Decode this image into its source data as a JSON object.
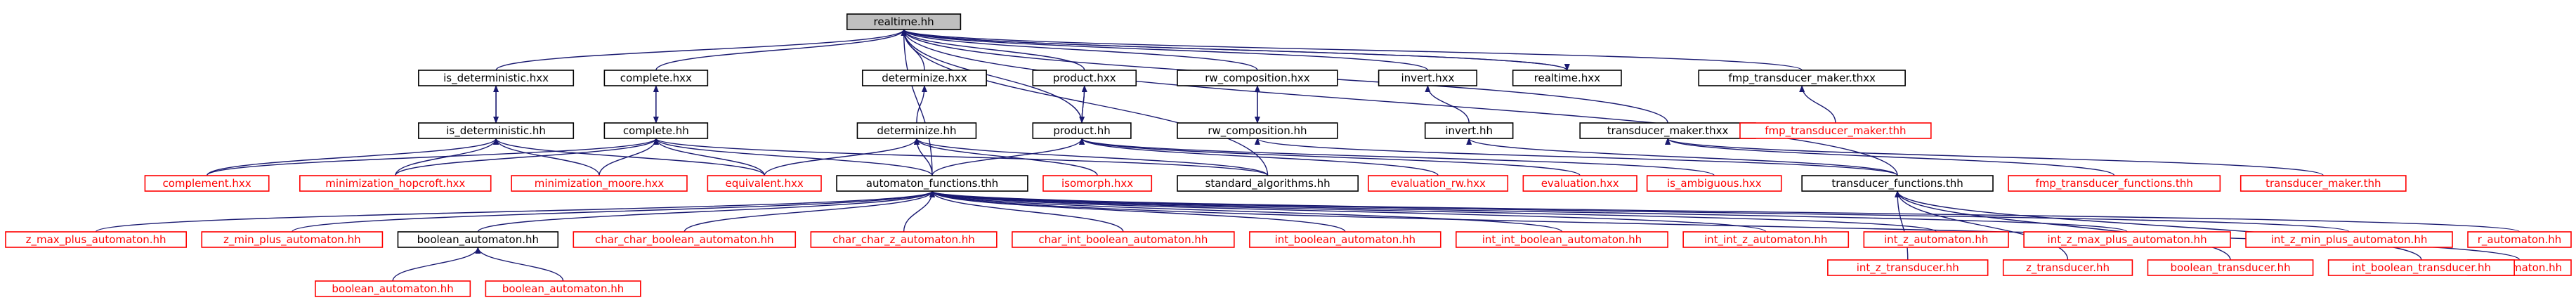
{
  "colors": {
    "edge": "#191970",
    "documented_border": "#000000",
    "undocumented_border": "#ff0000",
    "current_file_fill": "#bfbfbf"
  },
  "nodes": {
    "realtime_hh": {
      "label": "realtime.hh",
      "kind": "root"
    },
    "is_deterministic_hxx": {
      "label": "is_deterministic.hxx",
      "kind": "black"
    },
    "complete_hxx": {
      "label": "complete.hxx",
      "kind": "black"
    },
    "determinize_hxx": {
      "label": "determinize.hxx",
      "kind": "black"
    },
    "product_hxx": {
      "label": "product.hxx",
      "kind": "black"
    },
    "rw_composition_hxx": {
      "label": "rw_composition.hxx",
      "kind": "black"
    },
    "invert_hxx": {
      "label": "invert.hxx",
      "kind": "black"
    },
    "realtime_hxx": {
      "label": "realtime.hxx",
      "kind": "black"
    },
    "fmp_transducer_maker_thxx": {
      "label": "fmp_transducer_maker.thxx",
      "kind": "black"
    },
    "is_deterministic_hh": {
      "label": "is_deterministic.hh",
      "kind": "black"
    },
    "complete_hh": {
      "label": "complete.hh",
      "kind": "black"
    },
    "determinize_hh": {
      "label": "determinize.hh",
      "kind": "black"
    },
    "product_hh": {
      "label": "product.hh",
      "kind": "black"
    },
    "rw_composition_hh": {
      "label": "rw_composition.hh",
      "kind": "black"
    },
    "invert_hh": {
      "label": "invert.hh",
      "kind": "black"
    },
    "transducer_maker_thxx": {
      "label": "transducer_maker.thxx",
      "kind": "black"
    },
    "fmp_transducer_maker_thh": {
      "label": "fmp_transducer_maker.thh",
      "kind": "red"
    },
    "complement_hxx": {
      "label": "complement.hxx",
      "kind": "red"
    },
    "minimization_hopcroft_hxx": {
      "label": "minimization_hopcroft.hxx",
      "kind": "red"
    },
    "minimization_moore_hxx": {
      "label": "minimization_moore.hxx",
      "kind": "red"
    },
    "equivalent_hxx": {
      "label": "equivalent.hxx",
      "kind": "red"
    },
    "automaton_functions_thh": {
      "label": "automaton_functions.thh",
      "kind": "black"
    },
    "isomorph_hxx": {
      "label": "isomorph.hxx",
      "kind": "red"
    },
    "standard_algorithms_hh": {
      "label": "standard_algorithms.hh",
      "kind": "black"
    },
    "evaluation_rw_hxx": {
      "label": "evaluation_rw.hxx",
      "kind": "red"
    },
    "evaluation_hxx": {
      "label": "evaluation.hxx",
      "kind": "red"
    },
    "is_ambiguous_hxx": {
      "label": "is_ambiguous.hxx",
      "kind": "red"
    },
    "transducer_functions_thh": {
      "label": "transducer_functions.thh",
      "kind": "black"
    },
    "fmp_transducer_functions_thh": {
      "label": "fmp_transducer_functions.thh",
      "kind": "red"
    },
    "transducer_maker_thh": {
      "label": "transducer_maker.thh",
      "kind": "red"
    },
    "z_max_plus_automaton_hh": {
      "label": "z_max_plus_automaton.hh",
      "kind": "red"
    },
    "z_min_plus_automaton_hh": {
      "label": "z_min_plus_automaton.hh",
      "kind": "red"
    },
    "boolean_automaton_hh": {
      "label": "boolean_automaton.hh",
      "kind": "black"
    },
    "char_char_boolean_automaton_hh": {
      "label": "char_char_boolean_automaton.hh",
      "kind": "red"
    },
    "char_char_z_automaton_hh": {
      "label": "char_char_z_automaton.hh",
      "kind": "red"
    },
    "char_int_boolean_automaton_hh": {
      "label": "char_int_boolean_automaton.hh",
      "kind": "red"
    },
    "int_boolean_automaton_hh": {
      "label": "int_boolean_automaton.hh",
      "kind": "red"
    },
    "int_int_boolean_automaton_hh": {
      "label": "int_int_boolean_automaton.hh",
      "kind": "red"
    },
    "int_int_z_automaton_hh": {
      "label": "int_int_z_automaton.hh",
      "kind": "red"
    },
    "int_z_automaton_hh": {
      "label": "int_z_automaton.hh",
      "kind": "red"
    },
    "int_z_max_plus_automaton_hh": {
      "label": "int_z_max_plus_automaton.hh",
      "kind": "red"
    },
    "int_z_min_plus_automaton_hh": {
      "label": "int_z_min_plus_automaton.hh",
      "kind": "red"
    },
    "r_automaton_hh": {
      "label": "r_automaton.hh",
      "kind": "red"
    },
    "z_automaton_hh": {
      "label": "z_automaton.hh",
      "kind": "red"
    },
    "int_z_transducer_hh": {
      "label": "int_z_transducer.hh",
      "kind": "red"
    },
    "z_transducer_hh": {
      "label": "z_transducer.hh",
      "kind": "red"
    },
    "boolean_transducer_hh": {
      "label": "boolean_transducer.hh",
      "kind": "red"
    },
    "int_boolean_transducer_hh": {
      "label": "int_boolean_transducer.hh",
      "kind": "red"
    },
    "boolean_automaton_1_hh": {
      "label": "boolean_automaton.hh",
      "kind": "red"
    },
    "boolean_automaton_2_hh": {
      "label": "boolean_automaton.hh",
      "kind": "red"
    }
  },
  "edges": [
    [
      "is_deterministic_hxx",
      "realtime_hh"
    ],
    [
      "complete_hxx",
      "realtime_hh"
    ],
    [
      "determinize_hxx",
      "realtime_hh"
    ],
    [
      "product_hxx",
      "realtime_hh"
    ],
    [
      "rw_composition_hxx",
      "realtime_hh"
    ],
    [
      "invert_hxx",
      "realtime_hh"
    ],
    [
      "realtime_hxx",
      "realtime_hh"
    ],
    [
      "fmp_transducer_maker_thxx",
      "realtime_hh"
    ],
    [
      "automaton_functions_thh",
      "realtime_hh"
    ],
    [
      "standard_algorithms_hh",
      "realtime_hh"
    ],
    [
      "transducer_functions_thh",
      "realtime_hh"
    ],
    [
      "transducer_maker_thxx",
      "realtime_hh"
    ],
    [
      "product_hh",
      "realtime_hh"
    ],
    [
      "realtime_hh",
      "realtime_hxx"
    ],
    [
      "is_deterministic_hh",
      "is_deterministic_hxx"
    ],
    [
      "is_deterministic_hxx",
      "is_deterministic_hh"
    ],
    [
      "complete_hh",
      "complete_hxx"
    ],
    [
      "complete_hxx",
      "complete_hh"
    ],
    [
      "determinize_hh",
      "determinize_hxx"
    ],
    [
      "product_hh",
      "product_hxx"
    ],
    [
      "product_hxx",
      "product_hh"
    ],
    [
      "rw_composition_hh",
      "rw_composition_hxx"
    ],
    [
      "rw_composition_hxx",
      "rw_composition_hh"
    ],
    [
      "invert_hh",
      "invert_hxx"
    ],
    [
      "fmp_transducer_maker_thh",
      "fmp_transducer_maker_thxx"
    ],
    [
      "complement_hxx",
      "is_deterministic_hh"
    ],
    [
      "minimization_hopcroft_hxx",
      "is_deterministic_hh"
    ],
    [
      "minimization_moore_hxx",
      "is_deterministic_hh"
    ],
    [
      "equivalent_hxx",
      "is_deterministic_hh"
    ],
    [
      "complement_hxx",
      "complete_hh"
    ],
    [
      "minimization_hopcroft_hxx",
      "complete_hh"
    ],
    [
      "minimization_moore_hxx",
      "complete_hh"
    ],
    [
      "equivalent_hxx",
      "complete_hh"
    ],
    [
      "automaton_functions_thh",
      "complete_hh"
    ],
    [
      "standard_algorithms_hh",
      "complete_hh"
    ],
    [
      "equivalent_hxx",
      "determinize_hh"
    ],
    [
      "automaton_functions_thh",
      "determinize_hh"
    ],
    [
      "isomorph_hxx",
      "determinize_hh"
    ],
    [
      "standard_algorithms_hh",
      "determinize_hh"
    ],
    [
      "automaton_functions_thh",
      "product_hh"
    ],
    [
      "evaluation_rw_hxx",
      "product_hh"
    ],
    [
      "evaluation_hxx",
      "product_hh"
    ],
    [
      "is_ambiguous_hxx",
      "product_hh"
    ],
    [
      "transducer_functions_thh",
      "rw_composition_hh"
    ],
    [
      "transducer_functions_thh",
      "invert_hh"
    ],
    [
      "transducer_maker_thh",
      "transducer_maker_thxx"
    ],
    [
      "fmp_transducer_functions_thh",
      "transducer_maker_thxx"
    ],
    [
      "z_max_plus_automaton_hh",
      "automaton_functions_thh"
    ],
    [
      "z_min_plus_automaton_hh",
      "automaton_functions_thh"
    ],
    [
      "boolean_automaton_hh",
      "automaton_functions_thh"
    ],
    [
      "char_char_boolean_automaton_hh",
      "automaton_functions_thh"
    ],
    [
      "char_char_z_automaton_hh",
      "automaton_functions_thh"
    ],
    [
      "char_int_boolean_automaton_hh",
      "automaton_functions_thh"
    ],
    [
      "int_boolean_automaton_hh",
      "automaton_functions_thh"
    ],
    [
      "int_int_boolean_automaton_hh",
      "automaton_functions_thh"
    ],
    [
      "int_int_z_automaton_hh",
      "automaton_functions_thh"
    ],
    [
      "int_z_automaton_hh",
      "automaton_functions_thh"
    ],
    [
      "int_z_max_plus_automaton_hh",
      "automaton_functions_thh"
    ],
    [
      "int_z_min_plus_automaton_hh",
      "automaton_functions_thh"
    ],
    [
      "r_automaton_hh",
      "automaton_functions_thh"
    ],
    [
      "z_automaton_hh",
      "automaton_functions_thh"
    ],
    [
      "int_z_transducer_hh",
      "transducer_functions_thh"
    ],
    [
      "z_transducer_hh",
      "transducer_functions_thh"
    ],
    [
      "boolean_transducer_hh",
      "transducer_functions_thh"
    ],
    [
      "int_boolean_transducer_hh",
      "transducer_functions_thh"
    ],
    [
      "boolean_automaton_1_hh",
      "boolean_automaton_hh"
    ],
    [
      "boolean_automaton_2_hh",
      "boolean_automaton_hh"
    ]
  ]
}
